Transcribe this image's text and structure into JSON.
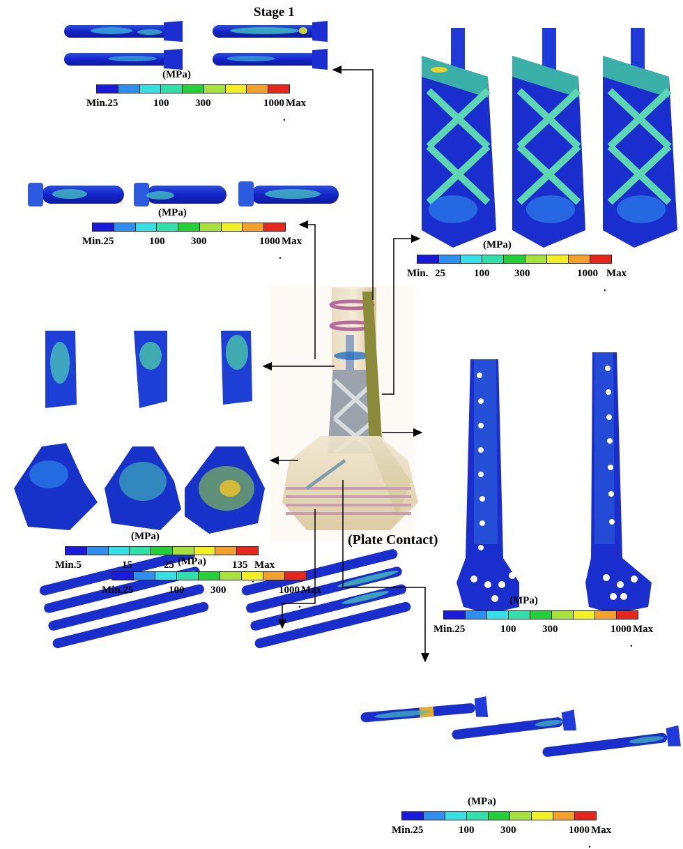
{
  "title": "Stage 1",
  "plate_contact_label": "(Plate Contact)",
  "legend_colors": [
    "#1a1adf",
    "#2f8ff0",
    "#33e0e6",
    "#2fe0a8",
    "#22d038",
    "#a6e23a",
    "#f3f022",
    "#f4a12a",
    "#e8261a"
  ],
  "legends": [
    {
      "id": "top-left",
      "unit": "(MPa)",
      "ticks": [
        "Min.25",
        "100",
        "300",
        "1000",
        "Max"
      ],
      "mark": "."
    },
    {
      "id": "mid-left",
      "unit": "(MPa)",
      "ticks": [
        "Min.25",
        "100",
        "300",
        "1000",
        "Max"
      ],
      "mark": "."
    },
    {
      "id": "top-right",
      "unit": "(MPa)",
      "ticks": [
        "Min.",
        "25",
        "100",
        "300",
        "1000",
        "Max"
      ],
      "mark": "."
    },
    {
      "id": "bone-left",
      "unit": "(MPa)",
      "ticks": [
        "Min.5",
        "15",
        "25",
        "135",
        "Max"
      ],
      "mark": "."
    },
    {
      "id": "plate-right",
      "unit": "(MPa)",
      "ticks": [
        "Min.25",
        "100",
        "300",
        "1000",
        "Max"
      ],
      "mark": "."
    },
    {
      "id": "screws-bottom-left",
      "unit": "(MPa)",
      "ticks": [
        "Min.25",
        "100",
        "300",
        "1000",
        "Max"
      ],
      "mark": "."
    },
    {
      "id": "screws-bottom-right",
      "unit": "(MPa)",
      "ticks": [
        "Min.25",
        "100",
        "300",
        "1000",
        "Max"
      ],
      "mark": "."
    }
  ]
}
